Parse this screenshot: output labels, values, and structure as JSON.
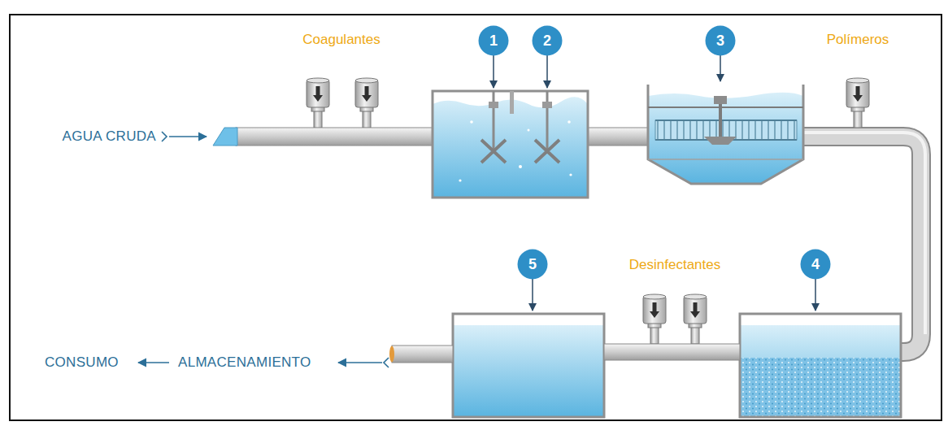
{
  "diagram": {
    "nodes": [
      {
        "text": [
          "1"
        ]
      },
      {
        "text": [
          "2"
        ]
      },
      {
        "text": [
          "3"
        ]
      },
      {
        "text": [
          "4"
        ]
      },
      {
        "text": [
          "5"
        ]
      }
    ],
    "labels": [
      "Coagulantes",
      "Polímeros",
      "Desinfectantes",
      "AGUA CRUDA",
      "CONSUMO",
      "ALMACENAMIENTO"
    ]
  }
}
